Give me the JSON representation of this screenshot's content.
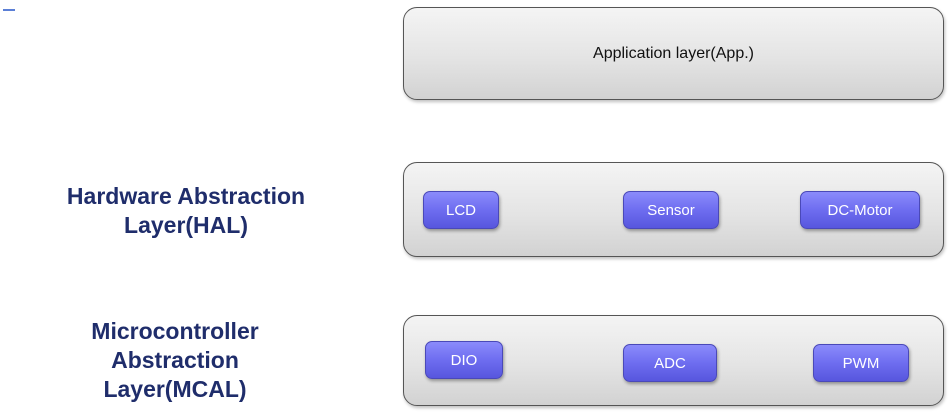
{
  "application_layer": {
    "title": "Application layer(App.)"
  },
  "hal": {
    "label_lines": [
      "Hardware Abstraction",
      "Layer(HAL)"
    ],
    "modules": [
      "LCD",
      "Sensor",
      "DC-Motor"
    ]
  },
  "mcal": {
    "label_lines": [
      "Microcontroller",
      "Abstraction",
      "Layer(MCAL)"
    ],
    "modules": [
      "DIO",
      "ADC",
      "PWM"
    ]
  },
  "colors": {
    "label_text": "#1f2d6b",
    "module_fill": "#6e6df0",
    "box_fill": "#e4e4e4"
  }
}
